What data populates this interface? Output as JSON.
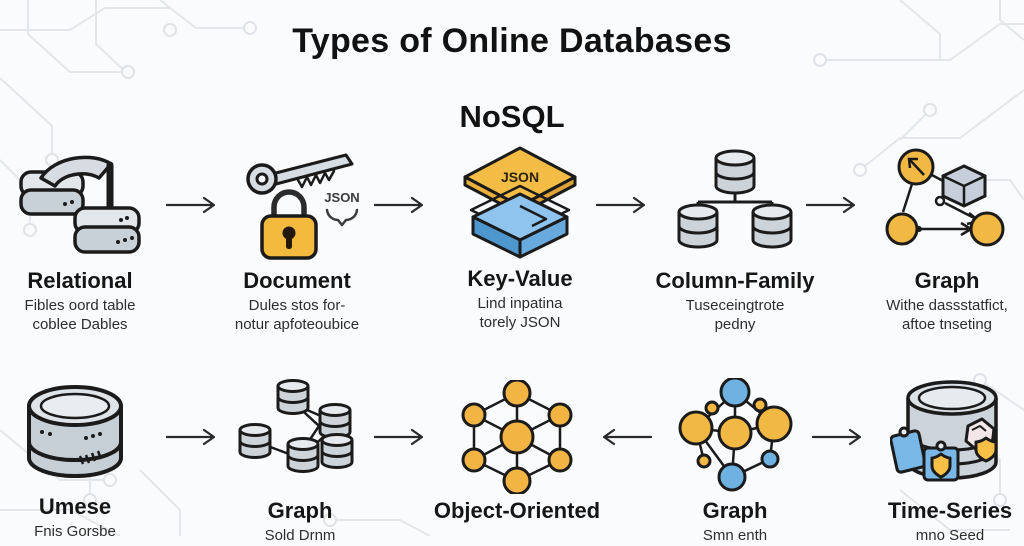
{
  "title": "Types of Online Databases",
  "subtitle": "NoSQL",
  "colors": {
    "background": "#fafbfc",
    "circuit_line": "#e3e6ea",
    "accent_yellow": "#f2b844",
    "accent_blue": "#6fb0e0",
    "icon_gray": "#ccd4da",
    "arrow": "#2a2a2a",
    "text": "#141414"
  },
  "rows": [
    {
      "items": [
        {
          "label": "Relational",
          "sub1": "Fibles oord table",
          "sub2": "coblee Dables",
          "icon": "linked-databases-icon"
        },
        {
          "label": "Document",
          "sub1": "Dules stos for-",
          "sub2": "notur apfoteoubice",
          "badge": "JSON",
          "icon": "key-lock-json-icon"
        },
        {
          "label": "Key-Value",
          "sub1": "Lind inpatina",
          "sub2": "torely JSON",
          "badge": "JSON",
          "icon": "json-cube-stack-icon"
        },
        {
          "label": "Column-Family",
          "sub1": "Tuseceingtrote",
          "sub2": "pedny",
          "icon": "cylinder-tree-icon"
        },
        {
          "label": "Graph",
          "sub1": "Withe dassstatfict,",
          "sub2": "aftoe tnseting",
          "icon": "graph-nodes-cube-icon"
        }
      ],
      "arrows": [
        "right",
        "right",
        "right",
        "right"
      ]
    },
    {
      "items": [
        {
          "label": "Umese",
          "sub1": "Fnis Gorsbe",
          "sub2": "",
          "icon": "database-cylinder-icon"
        },
        {
          "label": "Graph",
          "sub1": "Sold Drnm",
          "sub2": "",
          "icon": "cylinder-network-icon"
        },
        {
          "label": "Object-Oriented",
          "sub1": "",
          "sub2": "",
          "icon": "object-network-icon"
        },
        {
          "label": "Graph",
          "sub1": "Smn enth",
          "sub2": "",
          "icon": "node-network-icon"
        },
        {
          "label": "Time-Series",
          "sub1": "mno Seed",
          "sub2": "",
          "icon": "timeseries-database-icon"
        }
      ],
      "arrows": [
        "right",
        "right",
        "left",
        "right"
      ]
    }
  ]
}
